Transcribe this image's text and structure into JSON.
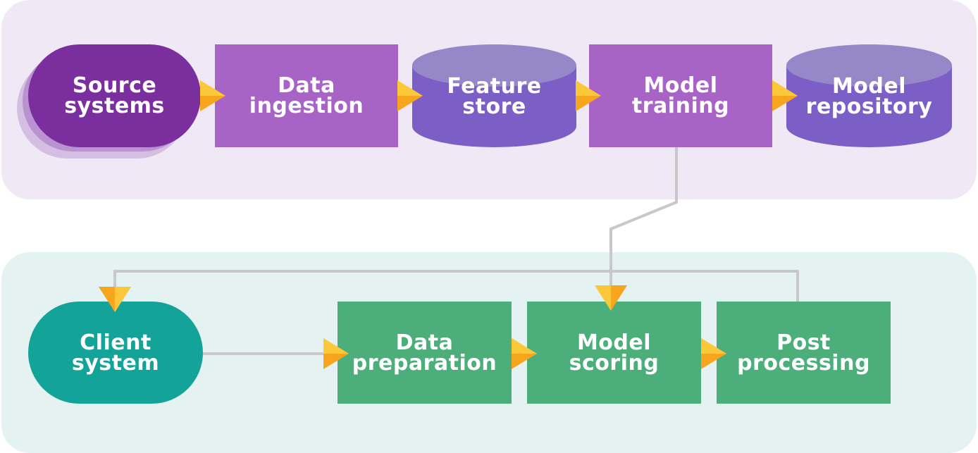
{
  "colors": {
    "training_panel": "#f1e8f5",
    "serving_panel": "#e4f3f2",
    "source_pill": "#7b2f9f",
    "process_box_purple": "#a763c6",
    "store_cylinder": "#7b5ec6",
    "store_cylinder_top": "#9688c8",
    "client_pill": "#14a398",
    "process_box_green": "#4caf7b",
    "arrow": "#f7b11f",
    "connector_line": "#c8c8c8"
  },
  "training": {
    "source": "Source\nsystems",
    "ingestion": "Data\ningestion",
    "feature_store": "Feature\nstore",
    "training": "Model\ntraining",
    "repository": "Model\nrepository"
  },
  "serving": {
    "client": "Client\nsystem",
    "preparation": "Data\npreparation",
    "scoring": "Model\nscoring",
    "post": "Post\nprocessing"
  }
}
